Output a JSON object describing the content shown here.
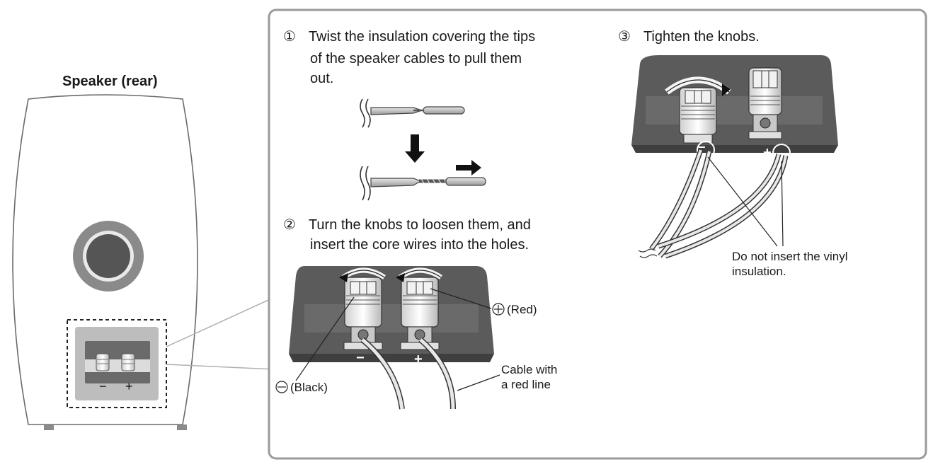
{
  "speaker": {
    "title": "Speaker (rear)",
    "minus": "−",
    "plus": "+"
  },
  "step1": {
    "number": "①",
    "line1": "Twist the insulation covering the tips",
    "line2": "of the speaker cables to pull them",
    "line3": "out."
  },
  "step2": {
    "number": "②",
    "line1": "Turn the knobs to loosen them, and",
    "line2": "insert the core wires into the holes.",
    "red_label": "(Red)",
    "black_label": "(Black)",
    "cable_line1": "Cable with",
    "cable_line2": "a red line",
    "minus": "−",
    "plus": "+"
  },
  "step3": {
    "number": "③",
    "line1": "Tighten the knobs.",
    "note_line1": "Do not insert the vinyl",
    "note_line2": "insulation.",
    "minus": "−",
    "plus": "+"
  },
  "colors": {
    "panel_border": "#9a9a9a",
    "terminal_plate": "#5b5b5b",
    "woofer_outer": "#8a8a8a",
    "woofer_inner": "#555555"
  }
}
